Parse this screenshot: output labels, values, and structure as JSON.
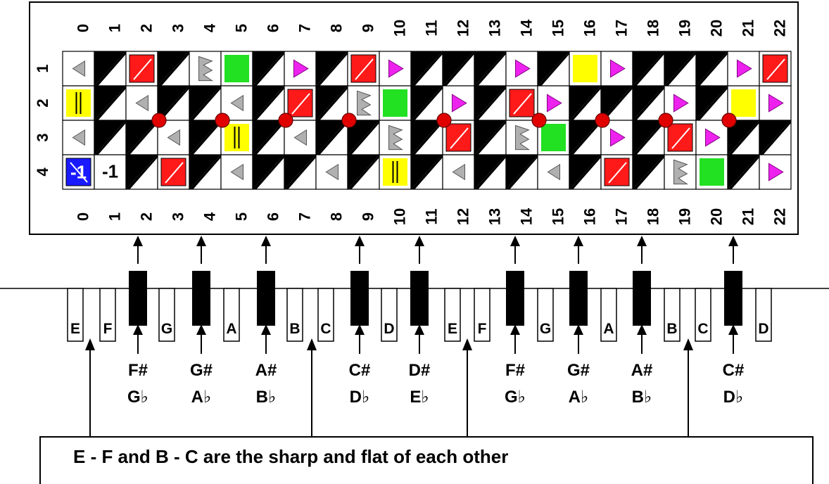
{
  "fretboard": {
    "fret_numbers": [
      "0",
      "1",
      "2",
      "3",
      "4",
      "5",
      "6",
      "7",
      "8",
      "9",
      "10",
      "11",
      "12",
      "13",
      "14",
      "15",
      "16",
      "17",
      "18",
      "19",
      "20",
      "21",
      "22"
    ],
    "string_numbers": [
      "1",
      "2",
      "3",
      "4"
    ],
    "cells": [
      [
        "gtri",
        "bslash",
        "rslash",
        "bslash",
        "gsaw",
        "green",
        "bslash",
        "mtri",
        "bslash",
        "rslash",
        "mtri",
        "bslash",
        "bslash",
        "bslash",
        "mtri",
        "bslash",
        "yellow",
        "mtri",
        "bslash",
        "bslash",
        "bslash",
        "mtri",
        "rslash"
      ],
      [
        "ybars",
        "bslash",
        "gtri",
        "bslash",
        "bslash",
        "gtri",
        "bslash",
        "rslash",
        "bslash",
        "gsaw",
        "green",
        "bslash",
        "mtri",
        "bslash",
        "rslash",
        "mtri",
        "bslash",
        "bslash",
        "bslash",
        "mtri",
        "bslash",
        "yellow",
        "mtri"
      ],
      [
        "gtri",
        "bslash",
        "bslash",
        "gtri",
        "bslash",
        "ybars",
        "bslash",
        "gtri",
        "bslash",
        "bslash",
        "gsaw",
        "bslash",
        "rslash",
        "bslash",
        "gsaw",
        "green",
        "bslash",
        "mtri",
        "bslash",
        "rslash",
        "mtri",
        "bslash",
        "bslash"
      ],
      [
        "blue",
        "num",
        "bslash",
        "rslash",
        "bslash",
        "gtri",
        "bslash",
        "bslash",
        "gtri",
        "bslash",
        "ybars",
        "bslash",
        "gtri",
        "bslash",
        "bslash",
        "gtri",
        "bslash",
        "rslash",
        "bslash",
        "gsaw",
        "green",
        "bslash",
        "mtri"
      ]
    ],
    "open_cell_text": [
      "-1",
      "-1"
    ],
    "marker_frets": [
      3,
      5,
      7,
      9,
      12,
      15,
      17,
      19,
      21
    ]
  },
  "keyboard": {
    "white_keys": [
      "E",
      "F",
      "G",
      "A",
      "B",
      "C",
      "D",
      "E",
      "F",
      "G",
      "A",
      "B",
      "C",
      "D"
    ],
    "black_keys": [
      {
        "sharp": "F#",
        "flat_letter": "G",
        "fret": "2"
      },
      {
        "sharp": "G#",
        "flat_letter": "A",
        "fret": "4"
      },
      {
        "sharp": "A#",
        "flat_letter": "B",
        "fret": "6"
      },
      {
        "sharp": "C#",
        "flat_letter": "D",
        "fret": "9"
      },
      {
        "sharp": "D#",
        "flat_letter": "E",
        "fret": "11"
      },
      {
        "sharp": "F#",
        "flat_letter": "G",
        "fret": "14"
      },
      {
        "sharp": "G#",
        "flat_letter": "A",
        "fret": "16"
      },
      {
        "sharp": "A#",
        "flat_letter": "B",
        "fret": "18"
      },
      {
        "sharp": "C#",
        "flat_letter": "D",
        "fret": "21"
      }
    ],
    "flat_symbol": "♭"
  },
  "note": {
    "text": "E - F and B - C are the sharp and flat of each other"
  },
  "colors": {
    "red": "#ff1a1a",
    "blue": "#1a1aff",
    "green": "#22e022",
    "yellow": "#ffff00",
    "magenta": "#ee22ee",
    "gray": "#b0b0b0",
    "marker": "#e00000"
  }
}
